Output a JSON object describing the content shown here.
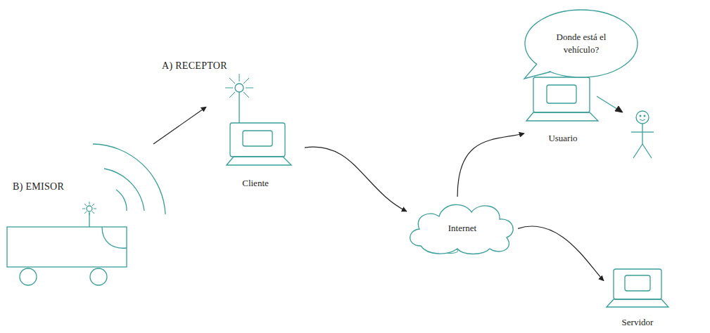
{
  "diagram": {
    "nodes": [
      {
        "text": [
          "B) EMISOR"
        ]
      },
      {
        "text": [
          "A) RECEPTOR",
          "Cliente"
        ]
      },
      {
        "text": [
          "Internet"
        ]
      },
      {
        "text": [
          "Usuario"
        ]
      },
      {
        "text": [
          "Servidor"
        ]
      },
      {
        "text": [
          "Donde está el vehículo?"
        ]
      }
    ],
    "edges": [
      {
        "from": 0,
        "to": 1,
        "arrow": "to"
      },
      {
        "from": 1,
        "to": 2,
        "arrow": "to"
      },
      {
        "from": 2,
        "to": 3,
        "arrow": "to"
      },
      {
        "from": 2,
        "to": 4,
        "arrow": "to"
      }
    ]
  }
}
